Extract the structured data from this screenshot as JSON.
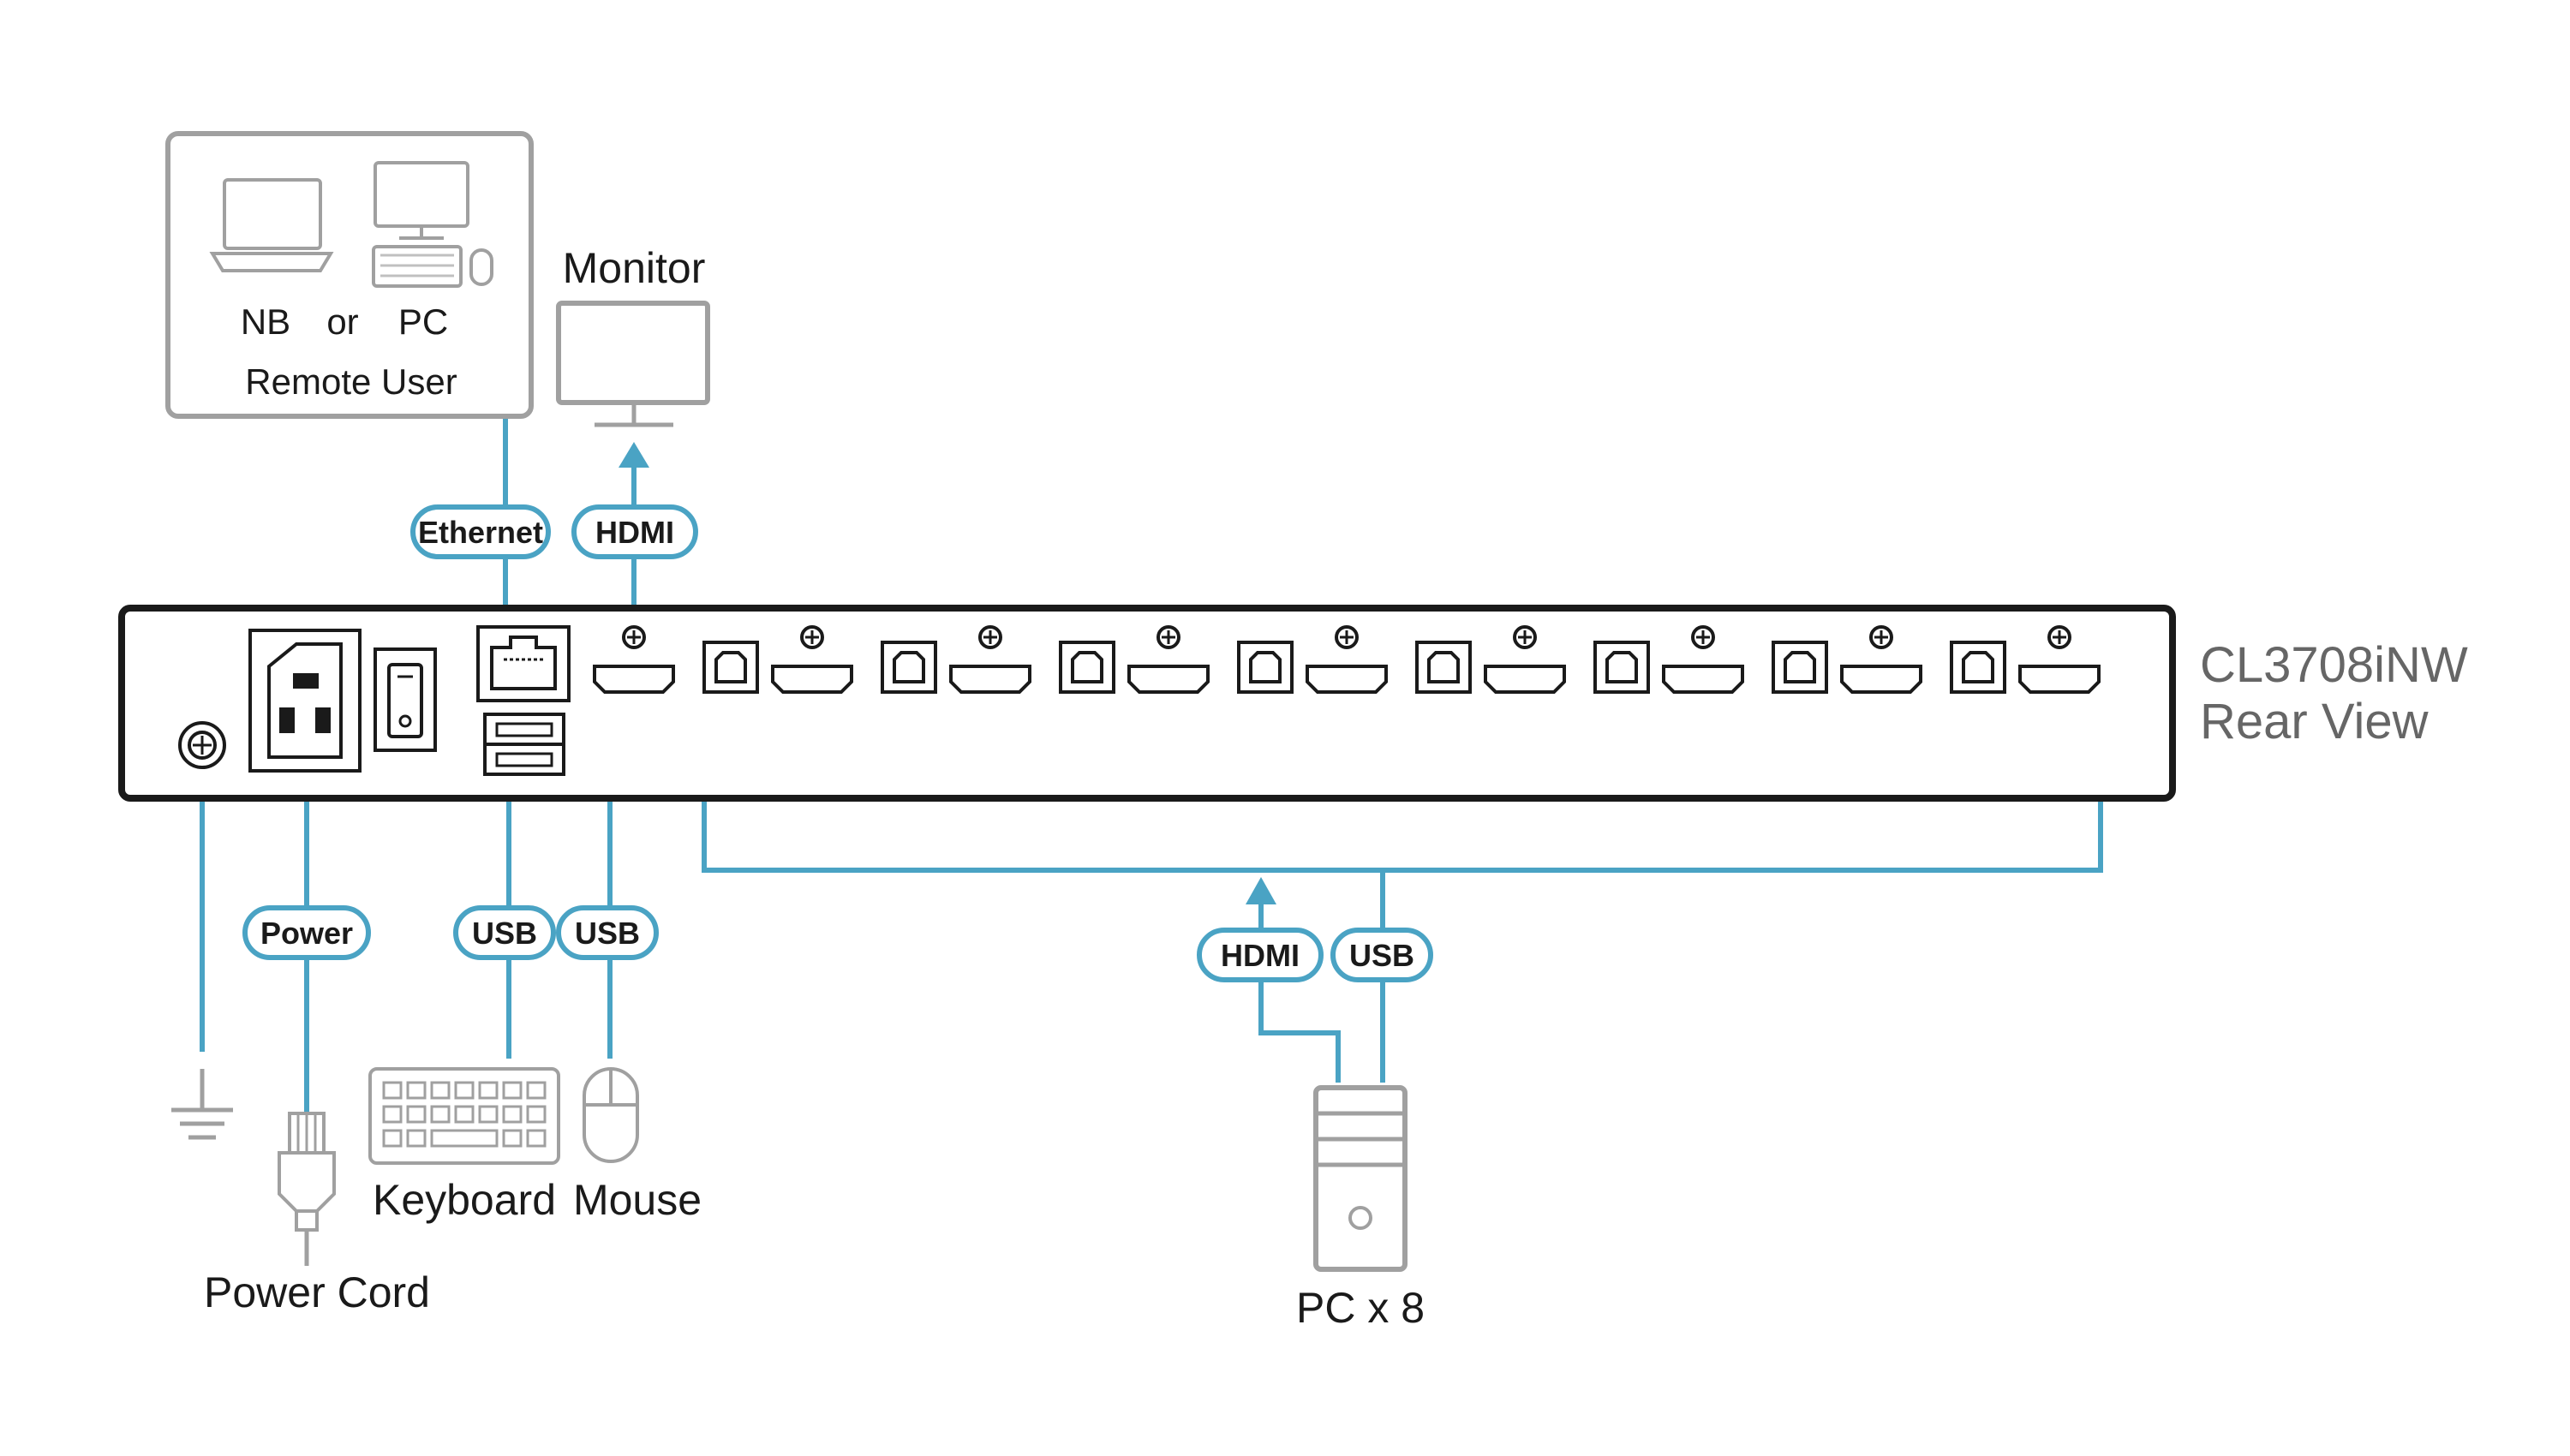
{
  "remote_user": {
    "nb_label": "NB",
    "or_label": "or",
    "pc_label": "PC",
    "title": "Remote User"
  },
  "monitor_label": "Monitor",
  "device": {
    "model": "CL3708iNW",
    "view": "Rear View"
  },
  "connectors": {
    "ethernet": "Ethernet",
    "hdmi_out": "HDMI",
    "power": "Power",
    "usb_keyboard": "USB",
    "usb_mouse": "USB",
    "hdmi_pc": "HDMI",
    "usb_pc": "USB"
  },
  "peripherals": {
    "power_cord": "Power Cord",
    "keyboard": "Keyboard",
    "mouse": "Mouse",
    "pcs": "PC x 8"
  },
  "colors": {
    "cable": "#4aa3c4",
    "device_outline": "#1a1a1a",
    "peripheral_outline": "#a0a0a0"
  }
}
